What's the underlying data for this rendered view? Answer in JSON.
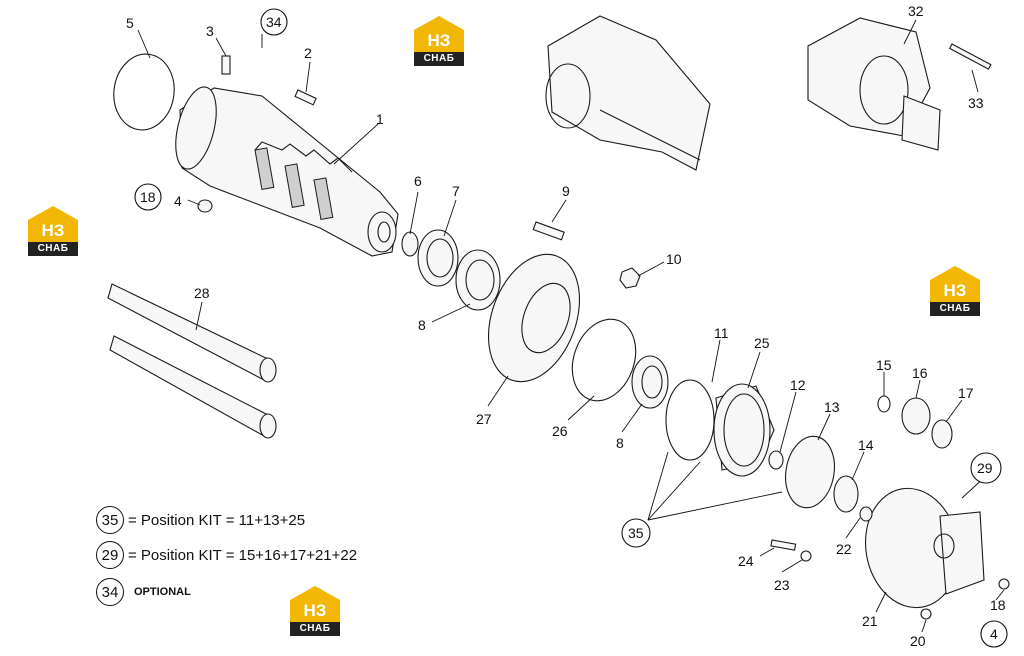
{
  "labels": [
    "1",
    "2",
    "3",
    "4",
    "5",
    "6",
    "7",
    "8",
    "8",
    "9",
    "10",
    "11",
    "12",
    "13",
    "14",
    "15",
    "16",
    "17",
    "18",
    "20",
    "21",
    "22",
    "23",
    "24",
    "25",
    "26",
    "27",
    "28",
    "32",
    "33"
  ],
  "circled": [
    "34",
    "18",
    "35",
    "29",
    "4"
  ],
  "legend": {
    "kit35_num": "35",
    "kit35_text": "= Position KIT = 11+13+25",
    "kit29_num": "29",
    "kit29_text": "= Position KIT = 15+16+17+21+22",
    "opt34_num": "34",
    "opt34_text": "OPTIONAL"
  },
  "logo": {
    "mark": "НЗ",
    "word": "СНАБ",
    "color_top": "#f2b705",
    "color_bottom": "#222222"
  }
}
